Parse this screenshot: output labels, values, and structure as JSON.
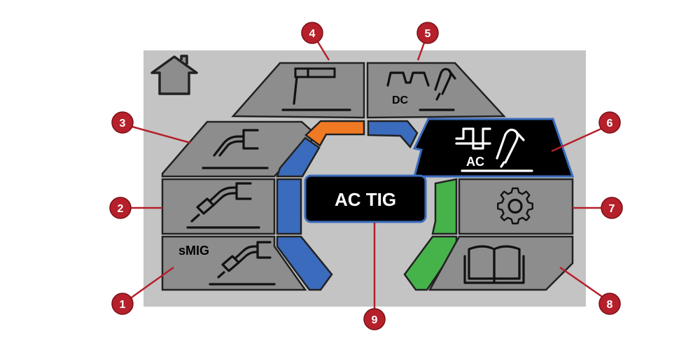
{
  "screen": {
    "mode_display": "AC TIG",
    "colors": {
      "panel": "#c4c4c4",
      "tile": "#8d8d8d",
      "selected_tile": "#000000",
      "ring_blue": "#3a6bbd",
      "ring_orange": "#f07a23",
      "ring_green": "#46b34a",
      "callout": "#b5202b"
    }
  },
  "buttons": {
    "home": {
      "icon": "home-icon"
    },
    "smig": {
      "text": "sMIG",
      "icon": "mig-torch-icon"
    },
    "mig": {
      "icon": "mig-torch-icon"
    },
    "flux": {
      "icon": "flux-core-torch-icon"
    },
    "stick": {
      "icon": "stick-electrode-icon"
    },
    "dc_tig": {
      "text": "DC",
      "icon": "dc-tig-torch-icon"
    },
    "ac_tig": {
      "text": "AC",
      "icon": "ac-tig-torch-icon"
    },
    "settings": {
      "icon": "gear-icon"
    },
    "manual": {
      "icon": "book-icon"
    }
  },
  "callouts": [
    "1",
    "2",
    "3",
    "4",
    "5",
    "6",
    "7",
    "8",
    "9"
  ]
}
